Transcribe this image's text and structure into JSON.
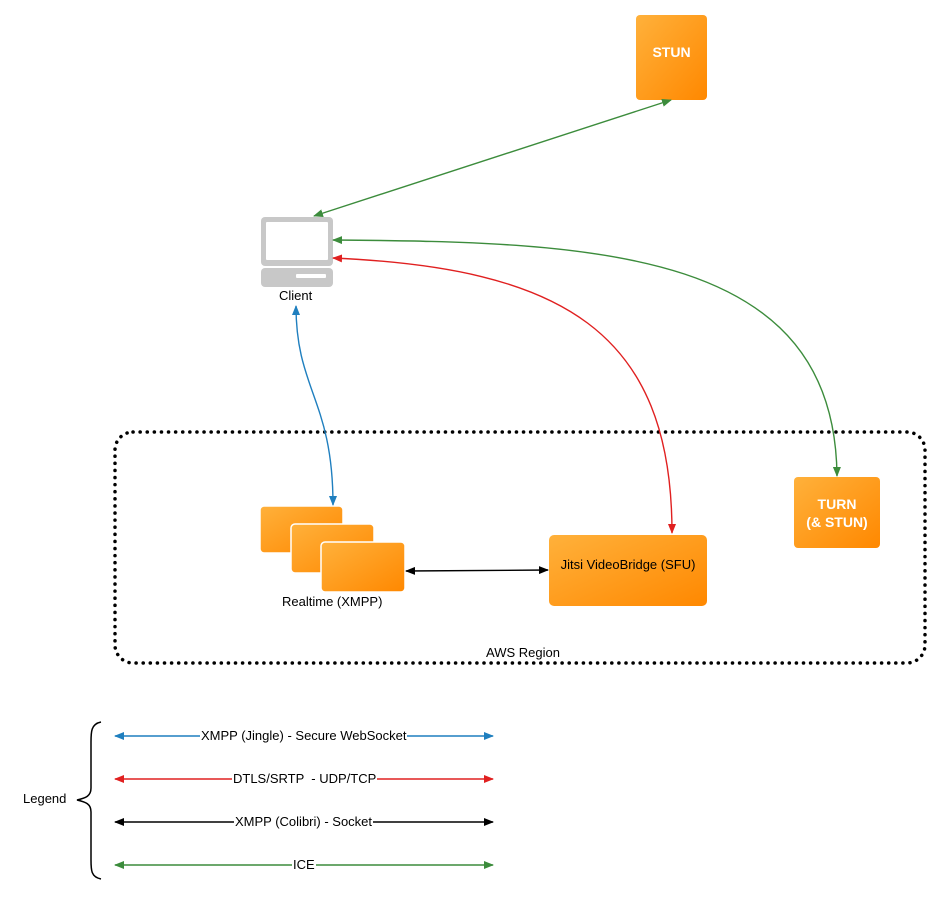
{
  "nodes": {
    "stun": {
      "label": "STUN"
    },
    "turn": {
      "label": "TURN\n(& STUN)"
    },
    "client": {
      "label": "Client",
      "icon": "computer-icon"
    },
    "realtime": {
      "label": "Realtime (XMPP)"
    },
    "jvb": {
      "label": "Jitsi VideoBridge (SFU)"
    }
  },
  "region": {
    "label": "AWS Region"
  },
  "legend": {
    "title": "Legend",
    "items": [
      {
        "label": "XMPP (Jingle) - Secure WebSocket",
        "color": "#1f7fbf"
      },
      {
        "label": "DTLS/SRTP  - UDP/TCP",
        "color": "#e02020"
      },
      {
        "label": "XMPP (Colibri) - Socket",
        "color": "#000000"
      },
      {
        "label": "ICE",
        "color": "#3c8c3c"
      }
    ]
  },
  "colors": {
    "box_light": "#ffb13b",
    "box_dark": "#ff8c00",
    "xmpp_jingle": "#1f7fbf",
    "dtls": "#e02020",
    "colibri": "#000000",
    "ice": "#3c8c3c",
    "client_grey": "#c8c8c8"
  }
}
